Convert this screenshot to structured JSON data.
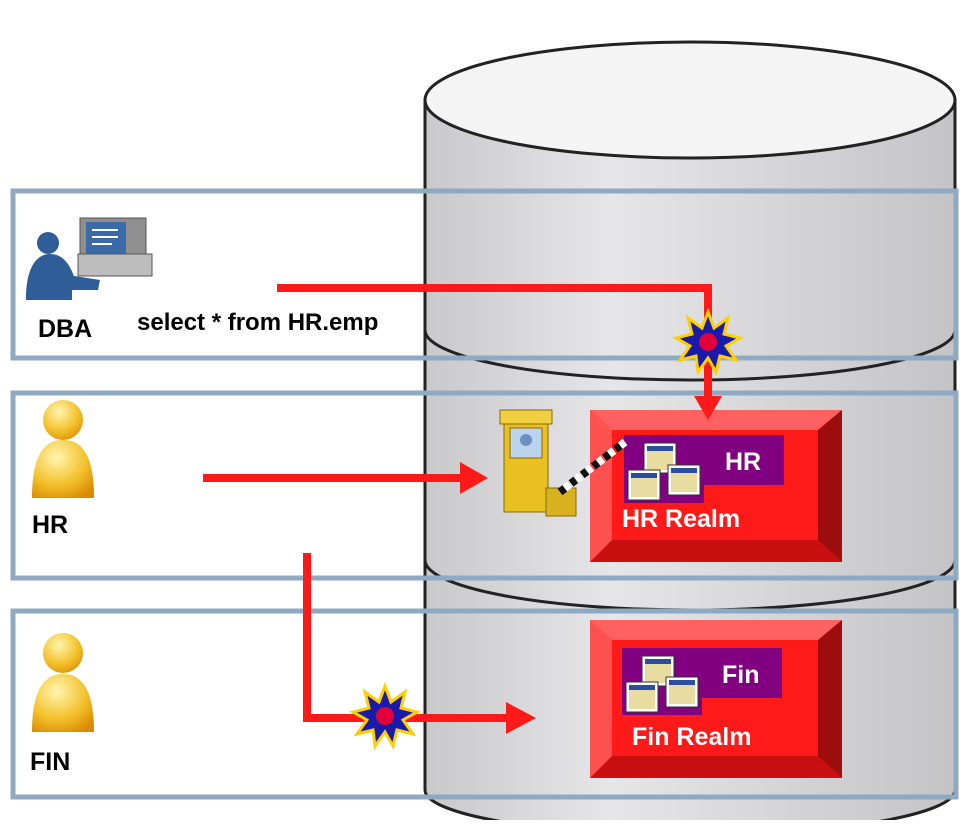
{
  "users": [
    {
      "label": "DBA",
      "icon": "dba-computer-icon"
    },
    {
      "label": "HR",
      "icon": "user-icon"
    },
    {
      "label": "FIN",
      "icon": "user-icon"
    }
  ],
  "query": "select * from HR.emp",
  "realms": [
    {
      "schema": "HR",
      "label": "HR Realm"
    },
    {
      "schema": "Fin",
      "label": "Fin Realm"
    }
  ],
  "colors": {
    "arrow": "#ff1a1a",
    "realm": "#ff1a1a",
    "schema": "#800080",
    "band_border": "#8fa9c2",
    "cylinder": "#d8d8da"
  }
}
